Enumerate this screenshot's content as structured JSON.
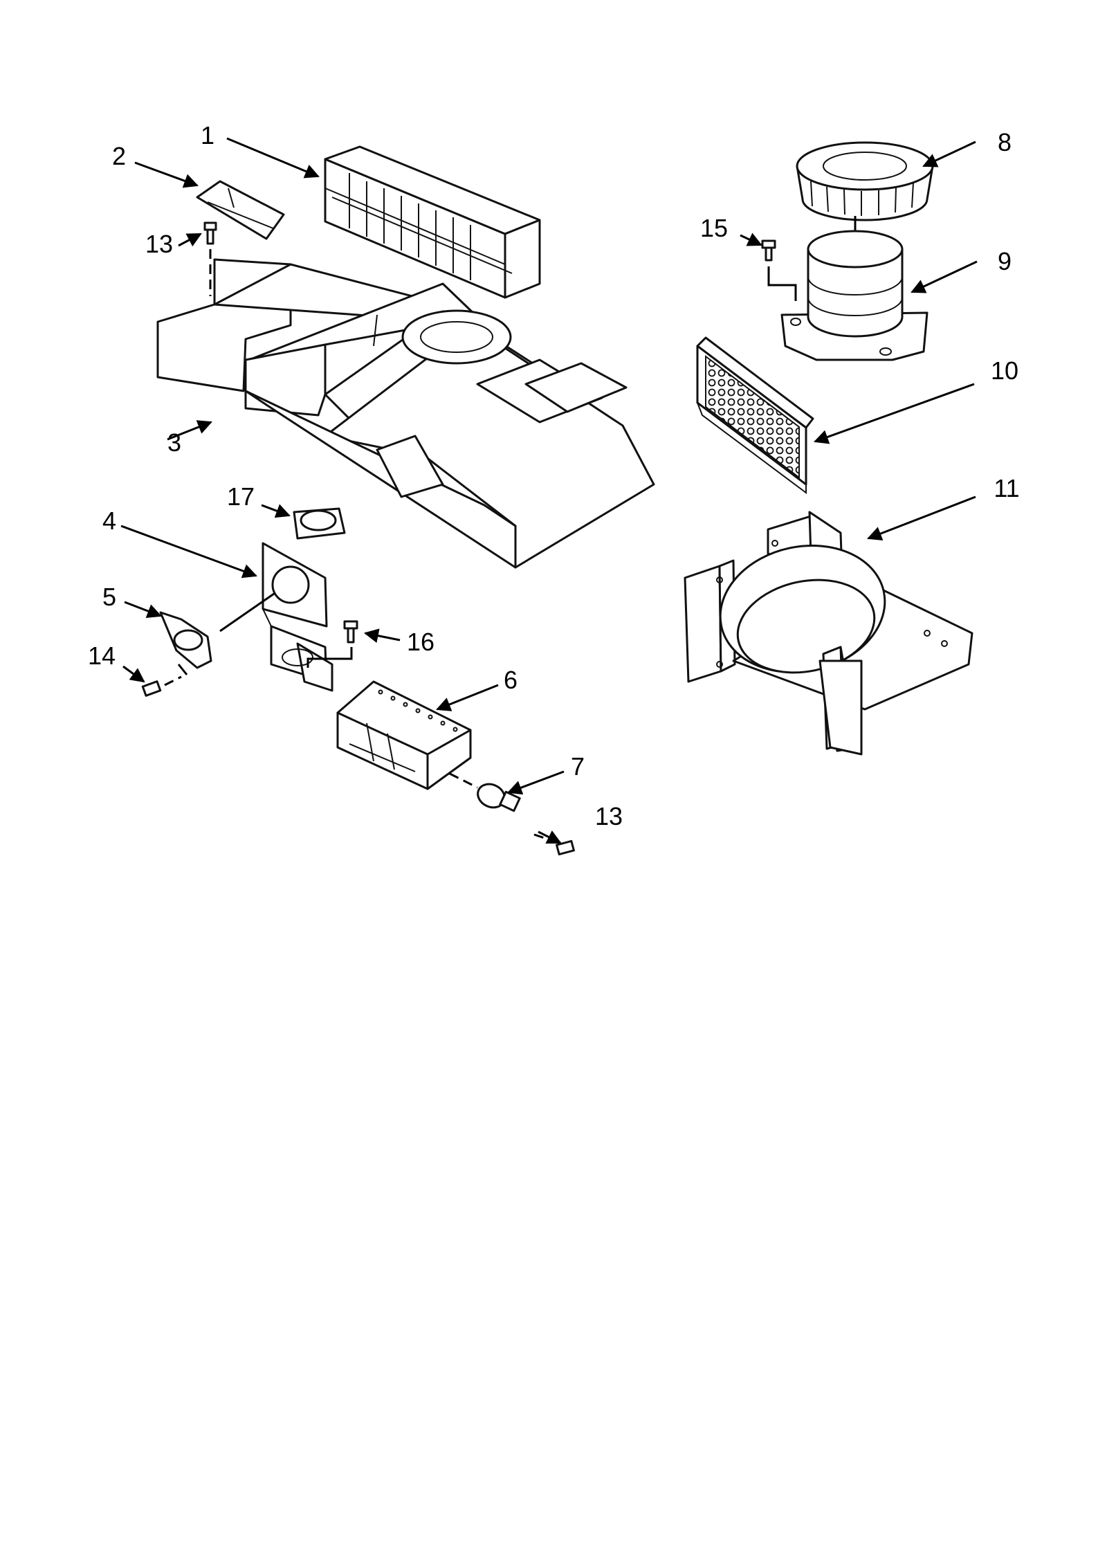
{
  "callouts": [
    {
      "id": "c1",
      "label": "1"
    },
    {
      "id": "c2",
      "label": "2"
    },
    {
      "id": "c3",
      "label": "3"
    },
    {
      "id": "c4",
      "label": "4"
    },
    {
      "id": "c5",
      "label": "5"
    },
    {
      "id": "c6",
      "label": "6"
    },
    {
      "id": "c7",
      "label": "7"
    },
    {
      "id": "c8",
      "label": "8"
    },
    {
      "id": "c9",
      "label": "9"
    },
    {
      "id": "c10",
      "label": "10"
    },
    {
      "id": "c11",
      "label": "11"
    },
    {
      "id": "c13a",
      "label": "13"
    },
    {
      "id": "c13b",
      "label": "13"
    },
    {
      "id": "c14",
      "label": "14"
    },
    {
      "id": "c15",
      "label": "15"
    },
    {
      "id": "c16",
      "label": "16"
    },
    {
      "id": "c17",
      "label": "17"
    }
  ]
}
